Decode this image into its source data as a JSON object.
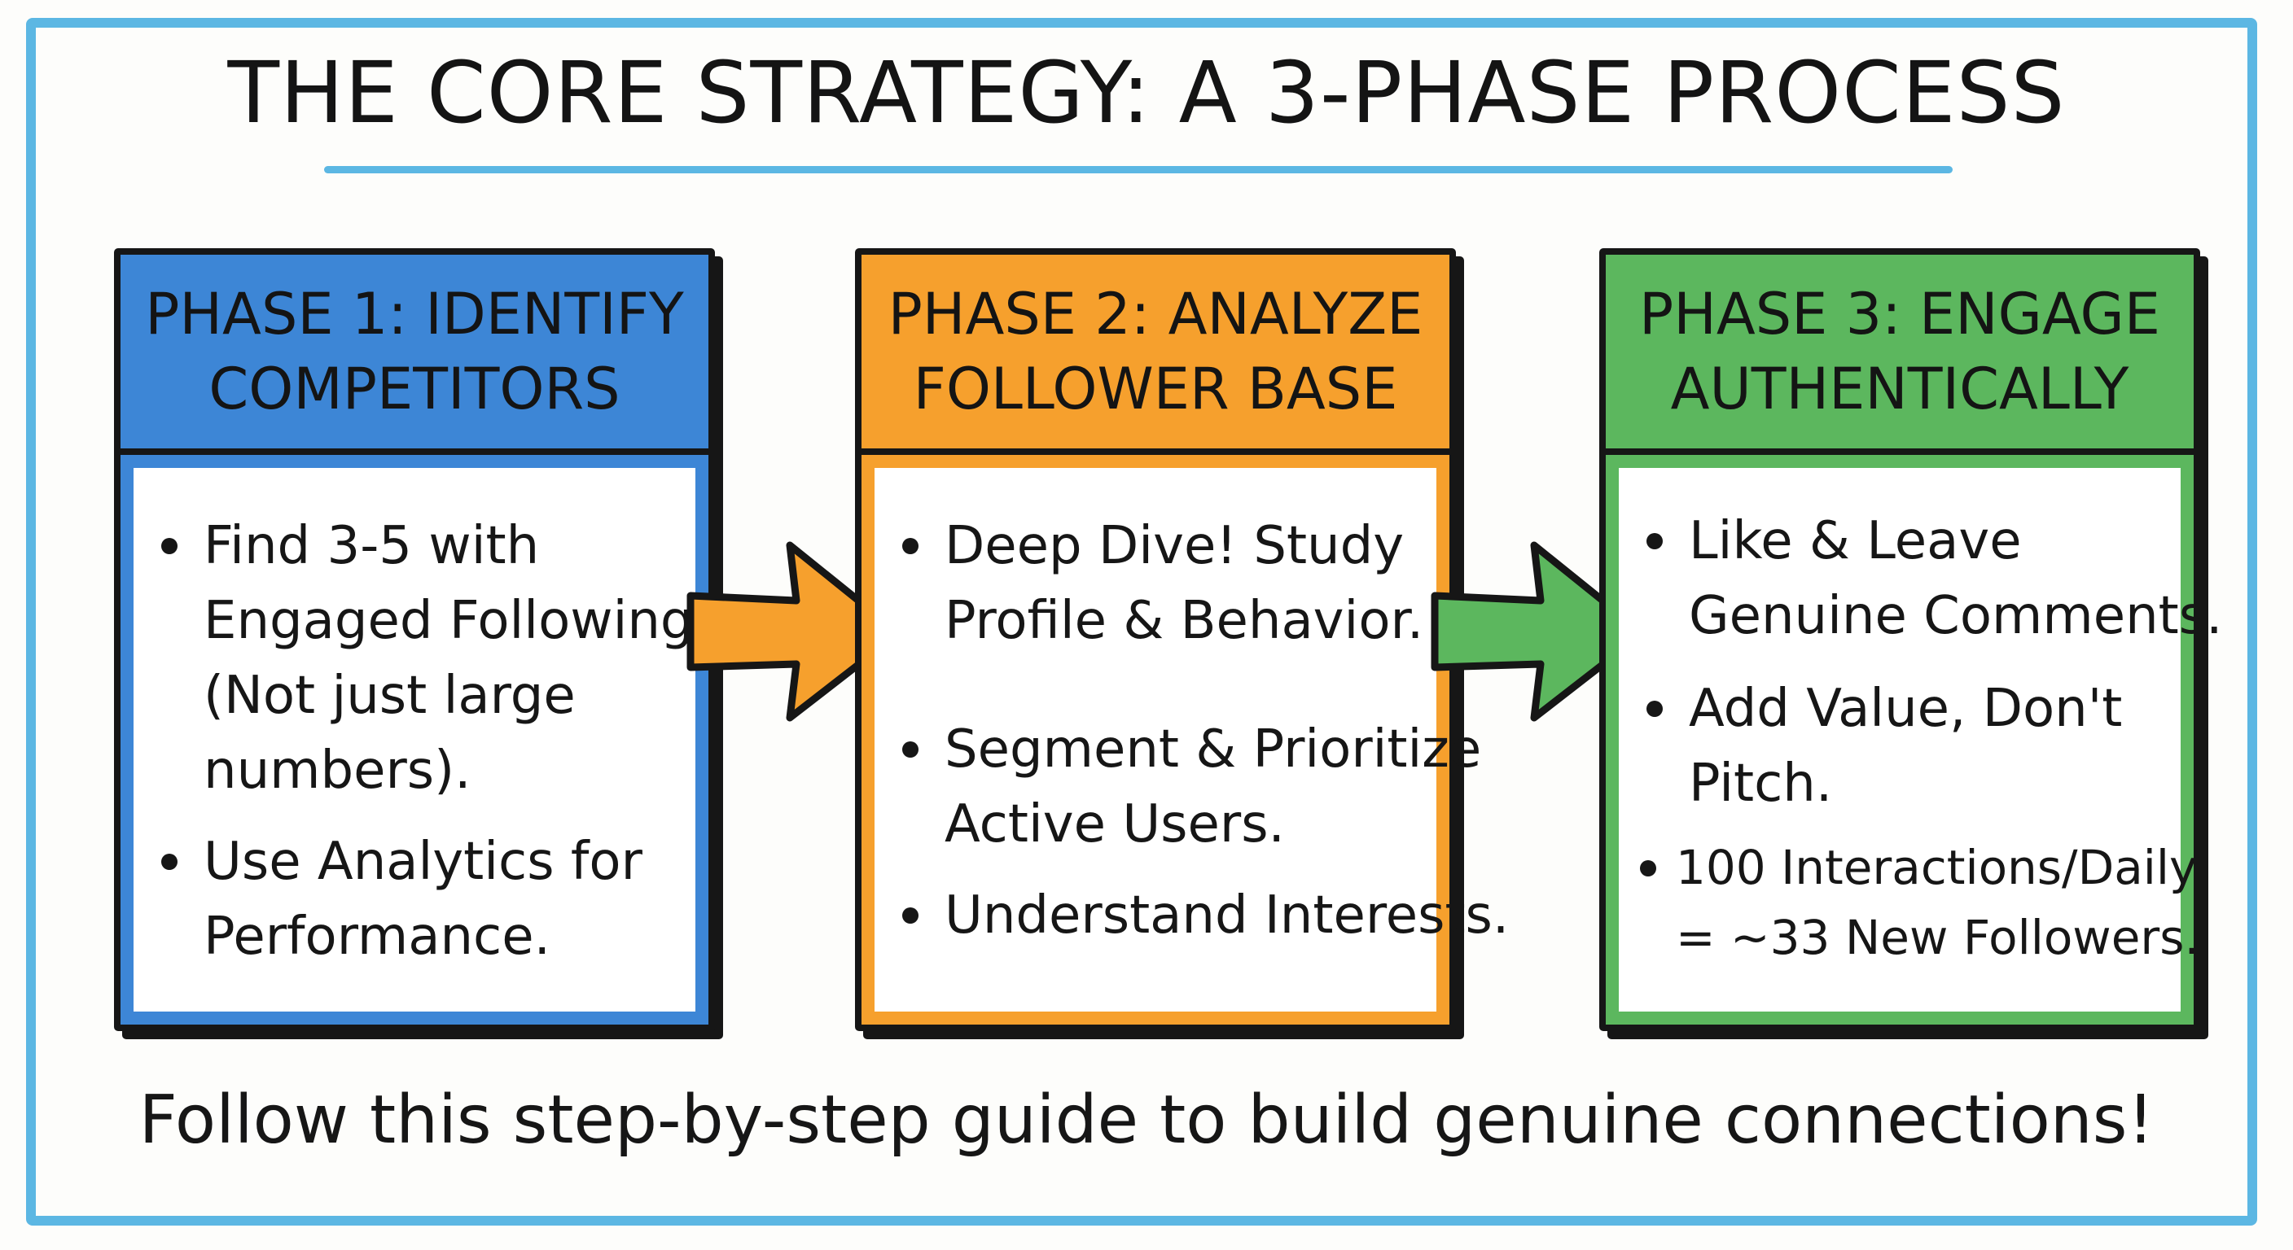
{
  "title": "THE CORE STRATEGY: A 3-PHASE PROCESS",
  "footer": "Follow this step-by-step guide to build genuine connections!",
  "colors": {
    "frame": "#5cb7e3",
    "phase1": "#3d86d6",
    "phase2": "#f6a02d",
    "phase3": "#5cb75e",
    "outline": "#161616"
  },
  "phases": [
    {
      "header": [
        "PHASE 1: IDENTIFY",
        "COMPETITORS"
      ],
      "bullets": [
        [
          "Find 3-5 with",
          "Engaged Followings",
          "(Not just large",
          "numbers)."
        ],
        [
          "Use Analytics for",
          "Performance."
        ]
      ]
    },
    {
      "header": [
        "PHASE 2: ANALYZE",
        "FOLLOWER BASE"
      ],
      "bullets": [
        [
          "Deep Dive! Study",
          "Profile & Behavior."
        ],
        [
          "Segment & Prioritize",
          "Active Users."
        ],
        [
          "Understand Interests."
        ]
      ]
    },
    {
      "header": [
        "PHASE 3: ENGAGE",
        "AUTHENTICALLY"
      ],
      "bullets": [
        [
          "Like & Leave",
          "Genuine Comments."
        ],
        [
          "Add Value, Don't",
          "Pitch."
        ],
        [
          "100 Interactions/Daily",
          "= ~33 New Followers."
        ]
      ]
    }
  ],
  "arrows": [
    {
      "icon": "arrow-right-icon",
      "color": "#f6a02d"
    },
    {
      "icon": "arrow-right-icon",
      "color": "#5cb75e"
    }
  ]
}
